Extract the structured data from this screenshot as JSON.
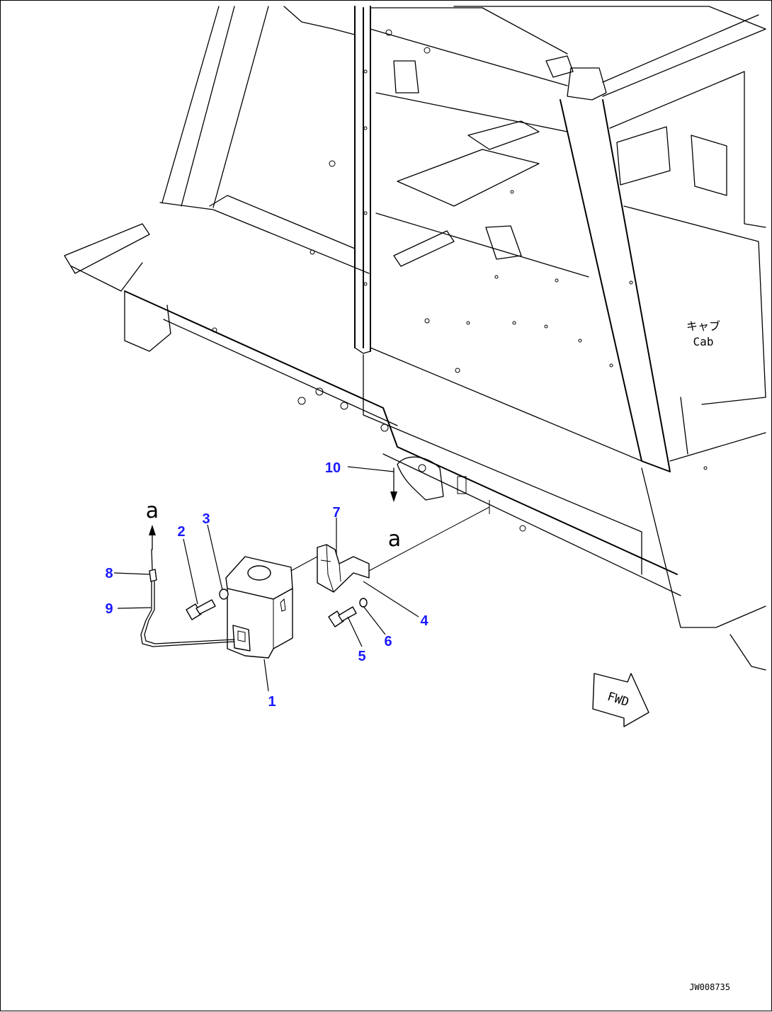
{
  "callouts": {
    "c1": "1",
    "c2": "2",
    "c3": "3",
    "c4": "4",
    "c5": "5",
    "c6": "6",
    "c7": "7",
    "c8": "8",
    "c9": "9",
    "c10": "10"
  },
  "references": {
    "ref_a_upper": "a",
    "ref_a_lower": "a"
  },
  "labels": {
    "cab_jp": "キャブ",
    "cab_en": "Cab",
    "fwd": "FWD"
  },
  "drawing_code": "JW008735",
  "colors": {
    "callout": "#1a1aff",
    "line": "#000000"
  }
}
